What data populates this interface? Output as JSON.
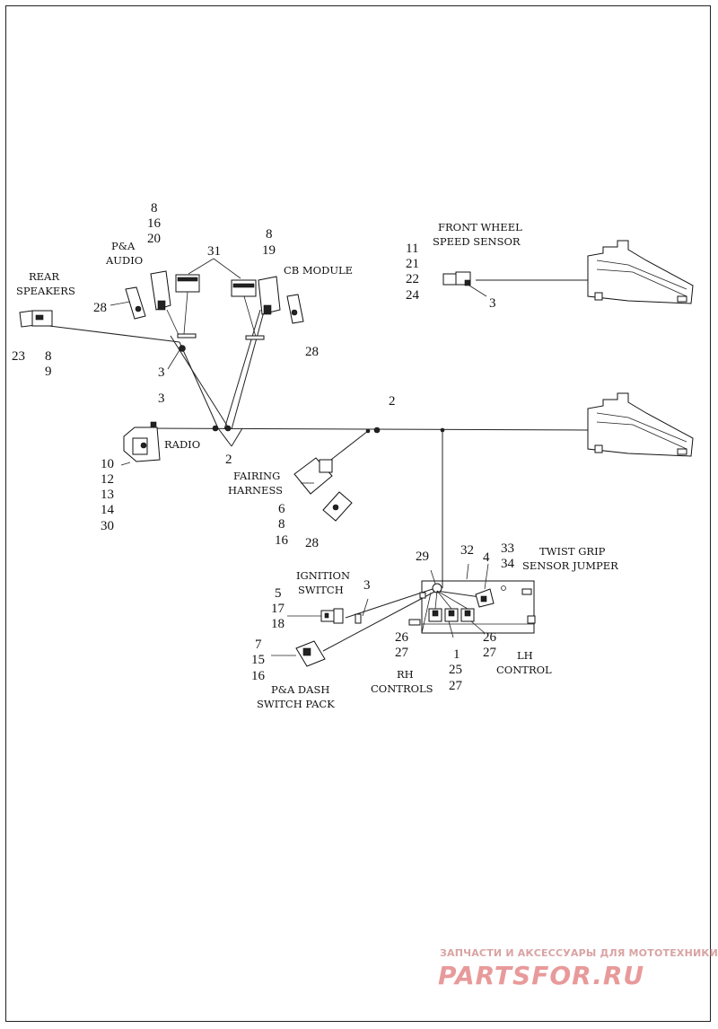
{
  "labels": {
    "pa_audio": [
      "P&A",
      "AUDIO"
    ],
    "rear_speakers": [
      "REAR",
      "SPEAKERS"
    ],
    "cb_module": "CB MODULE",
    "front_wheel_speed_sensor": [
      "FRONT WHEEL",
      "SPEED SENSOR"
    ],
    "radio": "RADIO",
    "fairing_harness": [
      "FAIRING",
      "HARNESS"
    ],
    "ignition_switch": [
      "IGNITION",
      "SWITCH"
    ],
    "twist_grip": [
      "TWIST GRIP",
      "SENSOR JUMPER"
    ],
    "pa_dash": [
      "P&A DASH",
      "SWITCH PACK"
    ],
    "rh_controls": [
      "RH",
      "CONTROLS"
    ],
    "lh_control": [
      "LH",
      "CONTROL"
    ]
  },
  "callouts": {
    "pa_audio": [
      "8",
      "16",
      "20"
    ],
    "pa_audio_bracket": "28",
    "harness_31": "31",
    "cb_module": [
      "8",
      "19"
    ],
    "cb_bracket": "28",
    "rear_speakers": [
      "23"
    ],
    "rear_speakers_b": [
      "8",
      "9"
    ],
    "clip_speakers": "3",
    "front_wheel": [
      "11",
      "21",
      "22",
      "24"
    ],
    "front_wheel_clip": "3",
    "radio_top": "3",
    "radio_splice": "2",
    "radio": [
      "10",
      "12",
      "13",
      "14",
      "30"
    ],
    "main_splice": "2",
    "fairing": [
      "6",
      "8",
      "16"
    ],
    "fairing_bracket": "28",
    "ignition": [
      "5",
      "17",
      "18"
    ],
    "ignition_clip": "3",
    "pa_dash": [
      "7",
      "15",
      "16"
    ],
    "rh_29": "29",
    "rh_32": "32",
    "rh_4": "4",
    "twist": [
      "33",
      "34"
    ],
    "rh_left": [
      "26",
      "27"
    ],
    "rh_mid": [
      "1",
      "25",
      "27"
    ],
    "rh_right": [
      "26",
      "27"
    ]
  },
  "watermark": {
    "top": "ЗАПЧАСТИ И АКСЕССУАРЫ ДЛЯ МОТОТЕХНИКИ",
    "logo": "PARTSFOR.RU"
  }
}
